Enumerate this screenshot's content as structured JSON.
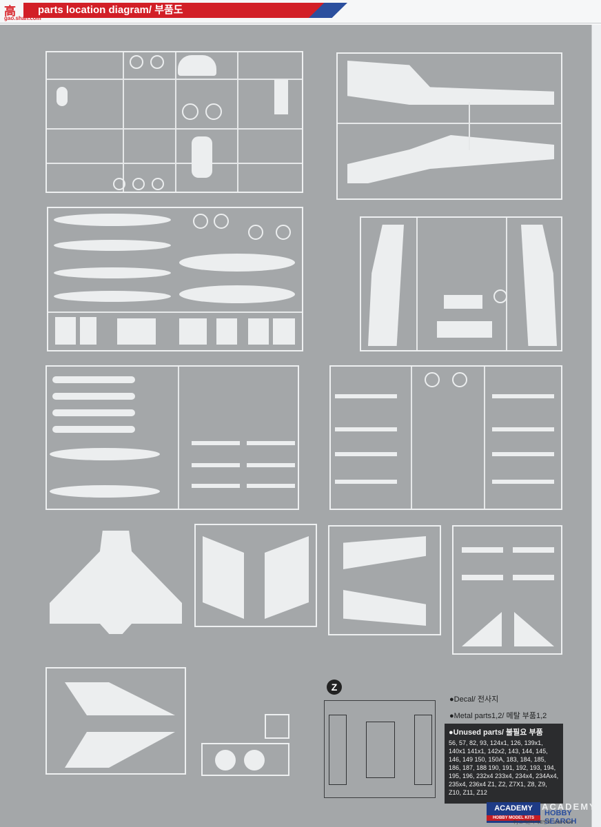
{
  "header": {
    "title": "parts location diagram/ 부품도",
    "watermark_cn": "高",
    "watermark_url": "gao.shan.com"
  },
  "z_label": "Z",
  "legend": {
    "decal": "●Decal/ 전사지",
    "metal": "●Metal parts1,2/ 메탈 부품1,2",
    "unused_title": "●Unused parts/ 불필요 부품",
    "unused_parts": "56, 57, 82, 93, 124x1, 126, 139x1, 140x1 141x1, 142x2, 143, 144, 145, 146, 149 150, 150A, 183, 184, 185, 186, 187, 188 190, 191, 192, 193, 194, 195, 196, 232x4 233x4, 234x4, 234Ax4, 235x4, 236x4 Z1, Z2, Z7X1, Z8, Z9, Z10, Z11, Z12"
  },
  "branding": {
    "academy": "ACADEMY",
    "academy_sub": "HOBBY MODEL KITS",
    "academy_big": "ACADEMY",
    "hobbysearch": "HOBBY SEARCH",
    "fine_print": "주) 고객센터 대표번호: 1588-2408"
  },
  "colors": {
    "header_red": "#d21f27",
    "header_blue": "#2b4f9e",
    "sheet_gray": "#a4a7a9",
    "sprue_white": "#eceeef"
  }
}
